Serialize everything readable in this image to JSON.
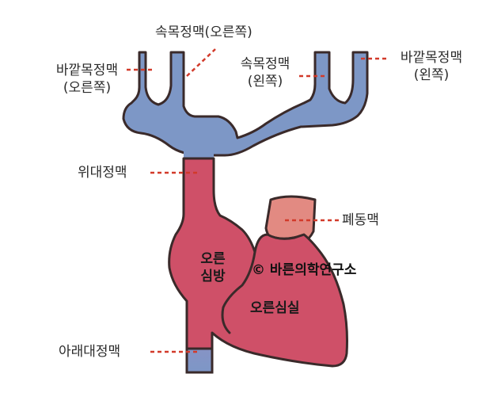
{
  "labels": {
    "right_internal_jugular": "속목정맥(오른쪽)",
    "right_external_jugular_1": "바깥목정맥",
    "right_external_jugular_2": "(오른쪽)",
    "left_internal_jugular_1": "속목정맥",
    "left_internal_jugular_2": "(왼쪽)",
    "left_external_jugular_1": "바깥목정맥",
    "left_external_jugular_2": "(왼쪽)",
    "superior_vena_cava": "위대정맥",
    "pulmonary_artery": "폐동맥",
    "right_atrium_1": "오른",
    "right_atrium_2": "심방",
    "right_ventricle": "오른심실",
    "inferior_vena_cava": "아래대정맥"
  },
  "copyright": "© 바른의학연구소",
  "colors": {
    "vein_blue": "#7d97c6",
    "heart_red": "#cf5068",
    "artery_salmon": "#e28a82",
    "leader_red": "#d23a2a",
    "outline": "#3a2a2a"
  }
}
